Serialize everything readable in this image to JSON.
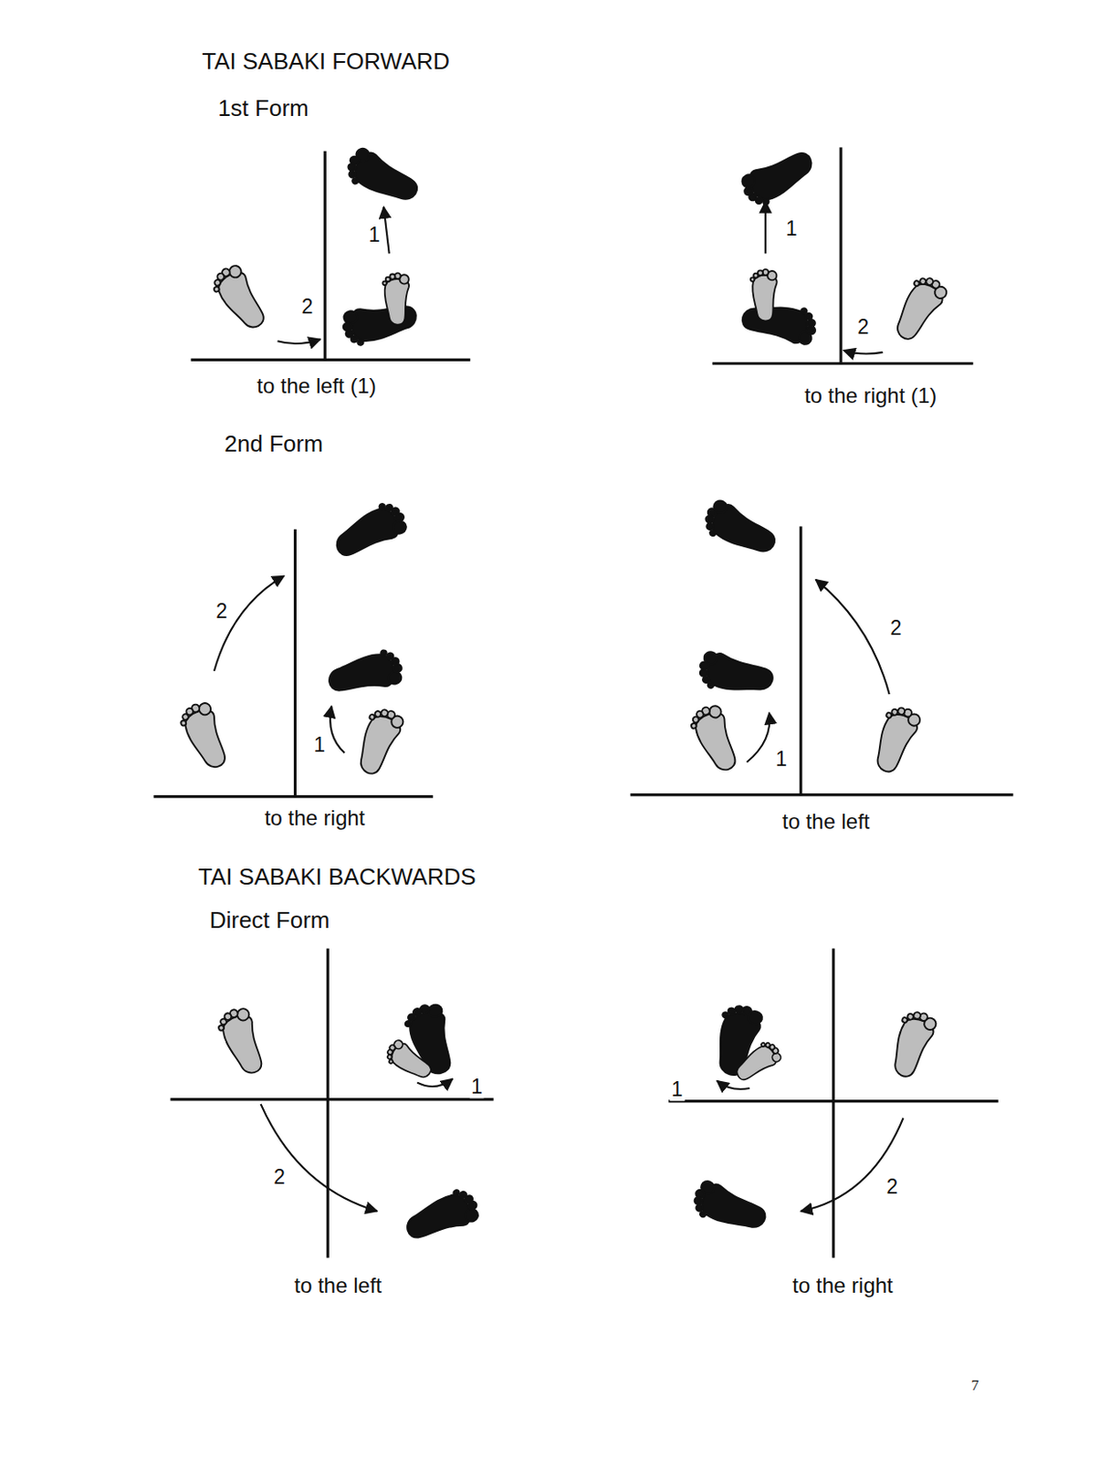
{
  "diagram": {
    "title": "TAI SABAKI FORWARD",
    "labels": [
      "1st Form",
      "1",
      "2",
      "to the left (1)",
      "1",
      "2",
      "to the right (1)",
      "2nd Form",
      "2",
      "1",
      "to the right",
      "2",
      "1",
      "to the left",
      "TAI SABAKI BACKWARDS",
      "Direct Form",
      "1",
      "2",
      "to the left",
      "1",
      "2",
      "to the right",
      "7"
    ]
  }
}
